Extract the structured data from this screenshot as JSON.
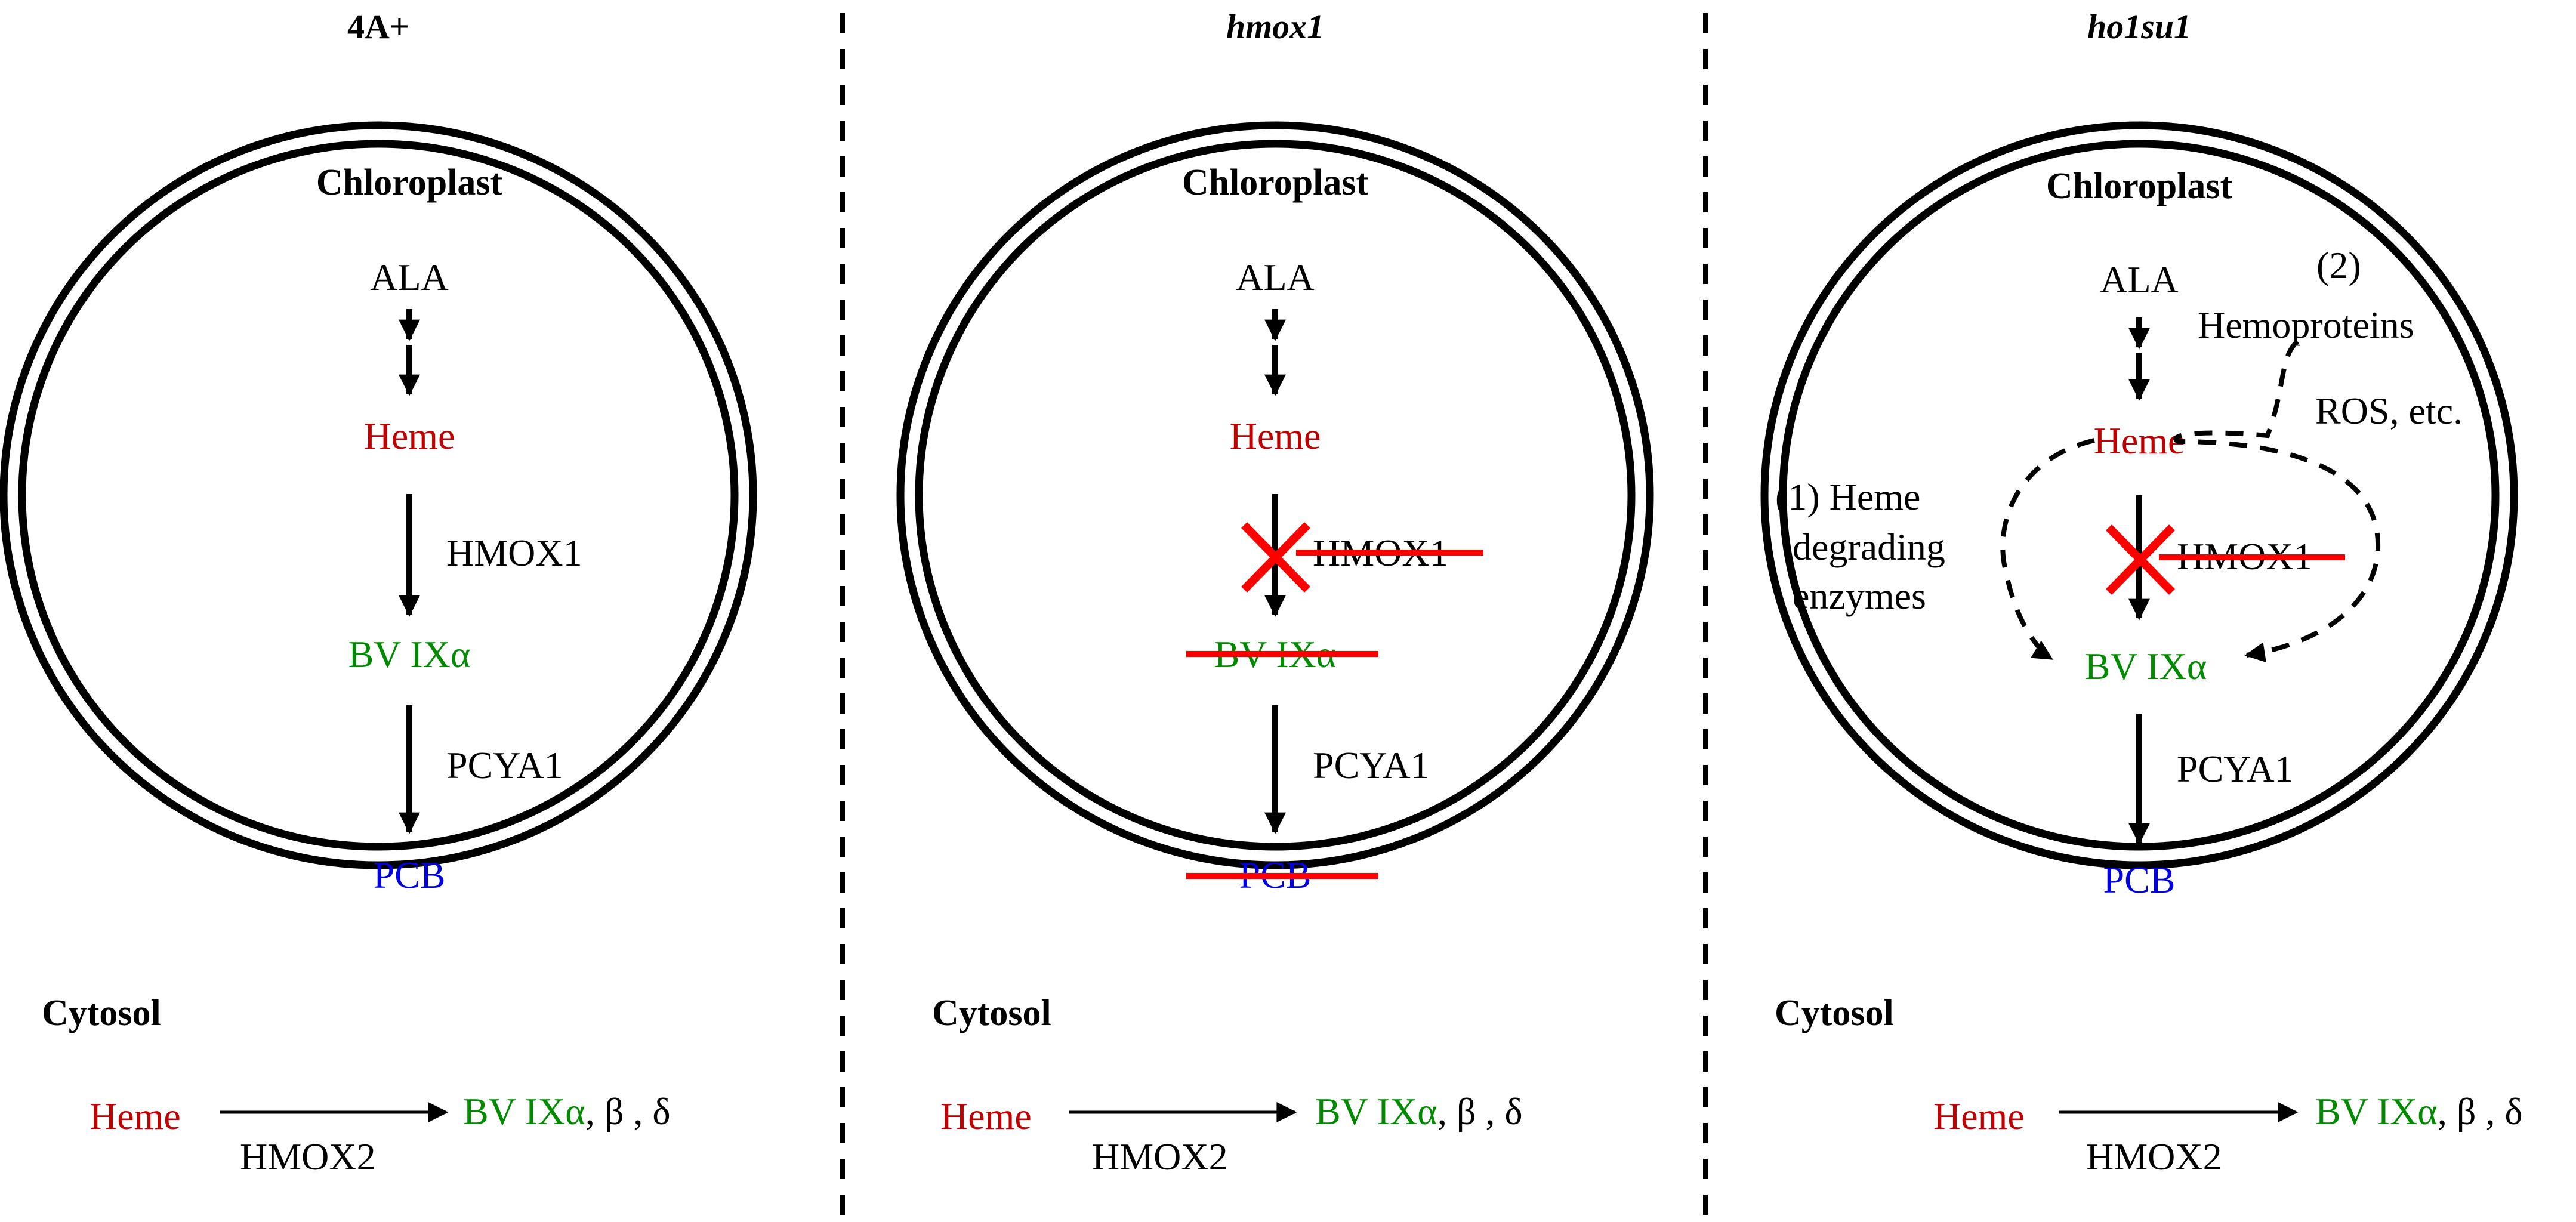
{
  "colors": {
    "heme": "#c00000",
    "biliverdin": "#008a00",
    "pcb": "#0000e0",
    "block": "#ff0000",
    "ink": "#000000"
  },
  "panels": [
    {
      "title": "4A+",
      "compartment": "Chloroplast",
      "ala": "ALA",
      "heme": "Heme",
      "enzyme1": "HMOX1",
      "bv": "BV IXα",
      "enzyme2": "PCYA1",
      "pcb": "PCB",
      "cytosol": "Cytosol",
      "cyto_heme": "Heme",
      "cyto_enzyme": "HMOX2",
      "cyto_bv": "BV IXα",
      "cyto_rest": ", β , δ"
    },
    {
      "title": "hmox1",
      "compartment": "Chloroplast",
      "ala": "ALA",
      "heme": "Heme",
      "enzyme1": "HMOX1",
      "bv": "BV IXα",
      "enzyme2": "PCYA1",
      "pcb": "PCB",
      "cytosol": "Cytosol",
      "cyto_heme": "Heme",
      "cyto_enzyme": "HMOX2",
      "cyto_bv": "BV IXα",
      "cyto_rest": ", β , δ"
    },
    {
      "title": "ho1su1",
      "compartment": "Chloroplast",
      "ala": "ALA",
      "heme": "Heme",
      "enzyme1": "HMOX1",
      "bv": "BV IXα",
      "enzyme2": "PCYA1",
      "pcb": "PCB",
      "alt1_line1": "(1) Heme",
      "alt1_line2": "degrading",
      "alt1_line3": "enzymes",
      "alt2_line1": "(2)",
      "alt2_line2": "Hemoproteins",
      "alt2_line3": "ROS, etc.",
      "cytosol": "Cytosol",
      "cyto_heme": "Heme",
      "cyto_enzyme": "HMOX2",
      "cyto_bv": "BV IXα",
      "cyto_rest": ", β , δ"
    }
  ]
}
